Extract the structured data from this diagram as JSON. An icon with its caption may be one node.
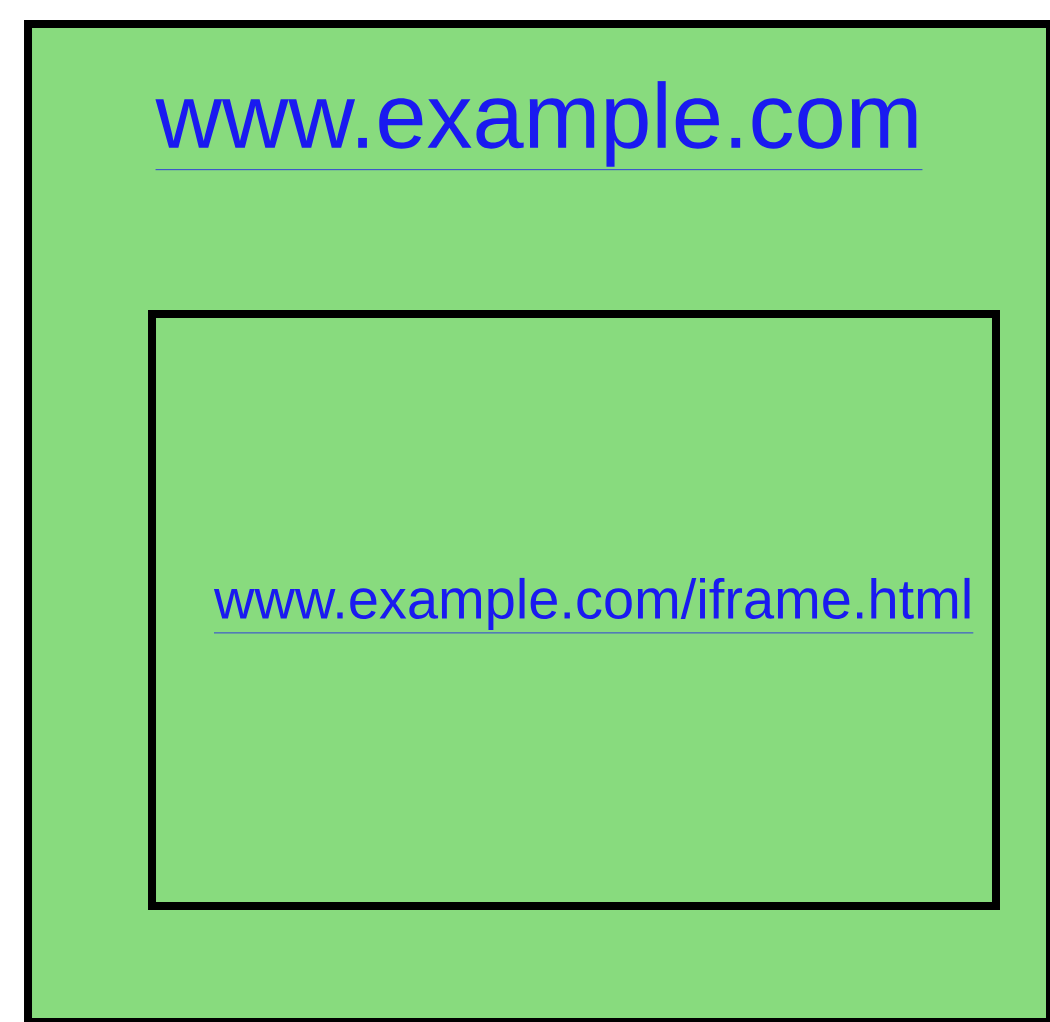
{
  "diagram": {
    "nodes": [
      {
        "text": [
          "www.example.com"
        ]
      },
      {
        "text": [
          "www.example.com/iframe.html"
        ],
        "in": 0
      }
    ]
  }
}
